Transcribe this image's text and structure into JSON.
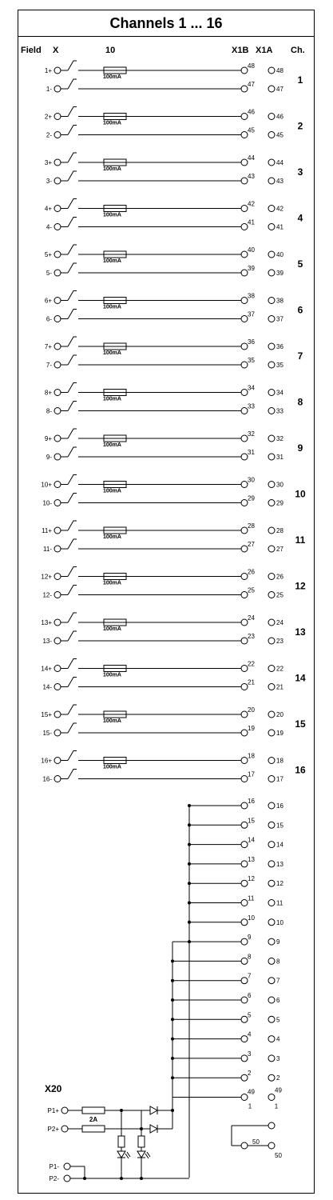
{
  "title": "Channels 1 ... 16",
  "headers": {
    "field": "Field",
    "x": "X",
    "col10": "10",
    "x1b": "X1B",
    "x1a": "X1A",
    "ch": "Ch."
  },
  "fuse_label": "100mA",
  "channels": [
    {
      "ch": "1",
      "pos_label": "1+",
      "neg_label": "1-",
      "pos_x1b": "48",
      "pos_x1a": "48",
      "neg_x1b": "47",
      "neg_x1a": "47"
    },
    {
      "ch": "2",
      "pos_label": "2+",
      "neg_label": "2-",
      "pos_x1b": "46",
      "pos_x1a": "46",
      "neg_x1b": "45",
      "neg_x1a": "45"
    },
    {
      "ch": "3",
      "pos_label": "3+",
      "neg_label": "3-",
      "pos_x1b": "44",
      "pos_x1a": "44",
      "neg_x1b": "43",
      "neg_x1a": "43"
    },
    {
      "ch": "4",
      "pos_label": "4+",
      "neg_label": "4-",
      "pos_x1b": "42",
      "pos_x1a": "42",
      "neg_x1b": "41",
      "neg_x1a": "41"
    },
    {
      "ch": "5",
      "pos_label": "5+",
      "neg_label": "5-",
      "pos_x1b": "40",
      "pos_x1a": "40",
      "neg_x1b": "39",
      "neg_x1a": "39"
    },
    {
      "ch": "6",
      "pos_label": "6+",
      "neg_label": "6-",
      "pos_x1b": "38",
      "pos_x1a": "38",
      "neg_x1b": "37",
      "neg_x1a": "37"
    },
    {
      "ch": "7",
      "pos_label": "7+",
      "neg_label": "7-",
      "pos_x1b": "36",
      "pos_x1a": "36",
      "neg_x1b": "35",
      "neg_x1a": "35"
    },
    {
      "ch": "8",
      "pos_label": "8+",
      "neg_label": "8-",
      "pos_x1b": "34",
      "pos_x1a": "34",
      "neg_x1b": "33",
      "neg_x1a": "33"
    },
    {
      "ch": "9",
      "pos_label": "9+",
      "neg_label": "9-",
      "pos_x1b": "32",
      "pos_x1a": "32",
      "neg_x1b": "31",
      "neg_x1a": "31"
    },
    {
      "ch": "10",
      "pos_label": "10+",
      "neg_label": "10-",
      "pos_x1b": "30",
      "pos_x1a": "30",
      "neg_x1b": "29",
      "neg_x1a": "29"
    },
    {
      "ch": "11",
      "pos_label": "11+",
      "neg_label": "11-",
      "pos_x1b": "28",
      "pos_x1a": "28",
      "neg_x1b": "27",
      "neg_x1a": "27"
    },
    {
      "ch": "12",
      "pos_label": "12+",
      "neg_label": "12-",
      "pos_x1b": "26",
      "pos_x1a": "26",
      "neg_x1b": "25",
      "neg_x1a": "25"
    },
    {
      "ch": "13",
      "pos_label": "13+",
      "neg_label": "13-",
      "pos_x1b": "24",
      "pos_x1a": "24",
      "neg_x1b": "23",
      "neg_x1a": "23"
    },
    {
      "ch": "14",
      "pos_label": "14+",
      "neg_label": "14-",
      "pos_x1b": "22",
      "pos_x1a": "22",
      "neg_x1b": "21",
      "neg_x1a": "21"
    },
    {
      "ch": "15",
      "pos_label": "15+",
      "neg_label": "15-",
      "pos_x1b": "20",
      "pos_x1a": "20",
      "neg_x1b": "19",
      "neg_x1a": "19"
    },
    {
      "ch": "16",
      "pos_label": "16+",
      "neg_label": "16-",
      "pos_x1b": "18",
      "pos_x1a": "18",
      "neg_x1b": "17",
      "neg_x1a": "17"
    }
  ],
  "bus_rows": [
    {
      "x1b": "16",
      "x1a": "16"
    },
    {
      "x1b": "15",
      "x1a": "15"
    },
    {
      "x1b": "14",
      "x1a": "14"
    },
    {
      "x1b": "13",
      "x1a": "13"
    },
    {
      "x1b": "12",
      "x1a": "12"
    },
    {
      "x1b": "11",
      "x1a": "11"
    },
    {
      "x1b": "10",
      "x1a": "10"
    },
    {
      "x1b": "9",
      "x1a": "9"
    },
    {
      "x1b": "8",
      "x1a": "8"
    },
    {
      "x1b": "7",
      "x1a": "7"
    },
    {
      "x1b": "6",
      "x1a": "6"
    },
    {
      "x1b": "5",
      "x1a": "5"
    },
    {
      "x1b": "4",
      "x1a": "4"
    },
    {
      "x1b": "3",
      "x1a": "3"
    },
    {
      "x1b": "2",
      "x1a": "2"
    }
  ],
  "supply": {
    "connector": "X20",
    "p1_plus": "P1+",
    "p2_plus": "P2+",
    "p1_minus": "P1-",
    "p2_minus": "P2-",
    "fuse_label": "2A",
    "t49_x1b": "49",
    "t49_x1a": "49",
    "t49_sub_left": "1",
    "t49_sub_right": "1",
    "t50_x1b": "50",
    "t50_x1a": "50"
  }
}
